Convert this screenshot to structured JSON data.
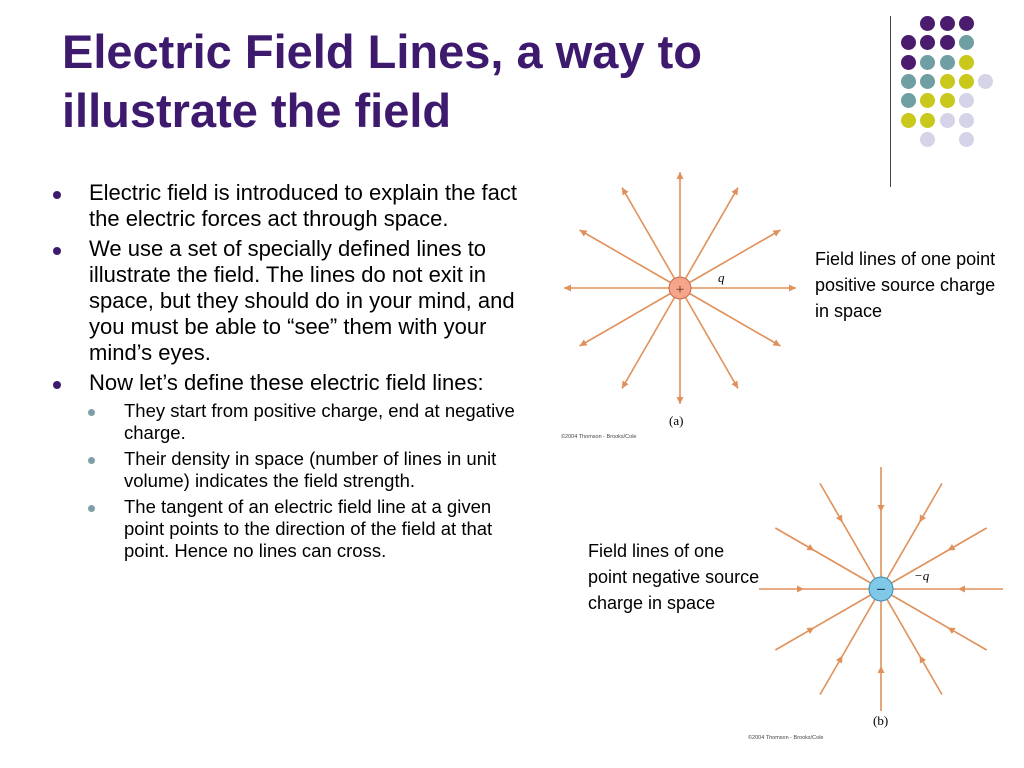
{
  "slide": {
    "title": "Electric Field Lines, a way to illustrate the field",
    "bullets": [
      {
        "text": "Electric field is introduced to explain the fact the electric forces act through space."
      },
      {
        "text": "We use a set of specially defined lines to illustrate the field. The lines do not exit in space, but they should do in your mind, and you must be able to “see” them with your mind’s eyes."
      },
      {
        "text": "Now let’s define these electric field lines:"
      }
    ],
    "sub_bullets": [
      {
        "text": "They start from positive charge, end at negative charge."
      },
      {
        "text": "Their density in space (number of lines in unit volume) indicates the field strength."
      },
      {
        "text": "The tangent of an electric field line at a given point points to the direction of the field at that point. Hence no lines can cross."
      }
    ]
  },
  "figures": {
    "a": {
      "charge_symbol": "+",
      "charge_label": "q",
      "panel_label": "(a)",
      "credit": "©2004 Thomson - Brooks/Cole",
      "caption": "Field lines of one point positive source charge in space"
    },
    "b": {
      "charge_symbol": "−",
      "charge_label": "−q",
      "panel_label": "(b)",
      "credit": "©2004 Thomson - Brooks/Cole",
      "caption": "Field lines of one point negative source charge in space"
    }
  },
  "colors": {
    "title": "#3d1a6e",
    "field_line": "#e0915a",
    "positive_charge": "#f4a58a",
    "negative_charge": "#7fc8e8",
    "decor_purple": "#4b1c6e",
    "decor_teal": "#6f9ea3",
    "decor_yellow": "#c9c81c",
    "decor_lavender": "#d4d3e8"
  }
}
